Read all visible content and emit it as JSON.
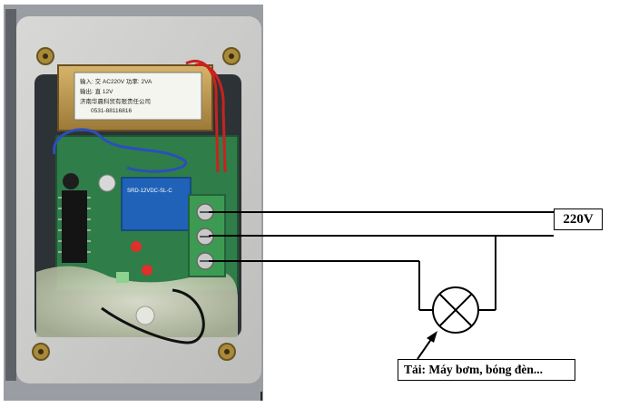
{
  "diagram": {
    "supply_label": "220V",
    "load_label": "Tải: Máy bơm, bóng đèn...",
    "transformer_label": {
      "line1": "输入: 交 AC220V    功率: 2VA",
      "line2": "输出: 直 12V",
      "line3": "济南华晨科贸有限责任公司",
      "line4": "0531-88116816"
    },
    "terminal_count": 3,
    "relay_text": "SRD-12VDC-SL-C",
    "colors": {
      "wire": "#000000",
      "enclosure": "#e6e6e4",
      "pcb": "#2f7d49",
      "terminal_block": "#3d9a52",
      "relay": "#1f62b8",
      "transformer": "#c29a4c"
    }
  }
}
